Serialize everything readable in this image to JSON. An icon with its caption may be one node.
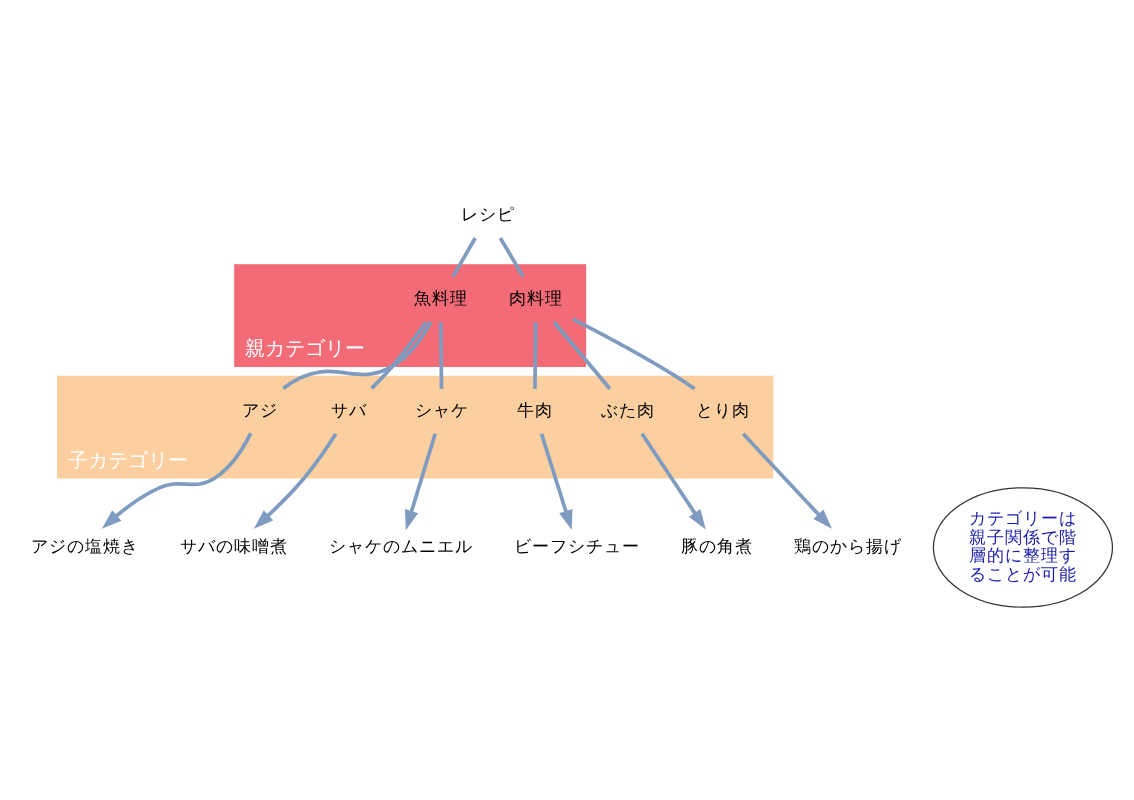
{
  "diagram": {
    "nodes": [
      {
        "text": [
          "レシピ"
        ]
      },
      {
        "text": [
          "親カテゴリー"
        ]
      },
      {
        "text": [
          "魚料理"
        ],
        "in": 1
      },
      {
        "text": [
          "肉料理"
        ],
        "in": 1
      },
      {
        "text": [
          "子カテゴリー"
        ]
      },
      {
        "text": [
          "シャケ"
        ],
        "in": 4
      },
      {
        "text": [
          "アジ"
        ],
        "in": 4
      },
      {
        "text": [
          "サバ"
        ],
        "in": 4
      },
      {
        "text": [
          "とり肉"
        ],
        "in": 4
      },
      {
        "text": [
          "牛肉"
        ],
        "in": 4
      },
      {
        "text": [
          "ぶた肉"
        ],
        "in": 4
      },
      {
        "text": [
          "シャケのムニエル"
        ]
      },
      {
        "text": [
          "アジの塩焼き"
        ]
      },
      {
        "text": [
          "サバの味噌煮"
        ]
      },
      {
        "text": [
          "鶏のから揚げ"
        ]
      },
      {
        "text": [
          "ビーフシチュー"
        ]
      },
      {
        "text": [
          "豚の角煮"
        ]
      },
      {
        "text": [
          "カテゴリーは親子関係で階層的に整理することが可能"
        ]
      }
    ],
    "edges": [
      {
        "from": 0,
        "to": 2,
        "arrow": "none"
      },
      {
        "from": 0,
        "to": 3,
        "arrow": "none"
      },
      {
        "from": 2,
        "to": 5,
        "arrow": "none"
      },
      {
        "from": 2,
        "to": 6,
        "arrow": "none"
      },
      {
        "from": 2,
        "to": 7,
        "arrow": "none"
      },
      {
        "from": 3,
        "to": 8,
        "arrow": "none"
      },
      {
        "from": 3,
        "to": 9,
        "arrow": "none"
      },
      {
        "from": 3,
        "to": 10,
        "arrow": "none"
      },
      {
        "from": 5,
        "to": 11,
        "arrow": "to"
      },
      {
        "from": 6,
        "to": 12,
        "arrow": "to"
      },
      {
        "from": 7,
        "to": 13,
        "arrow": "to"
      },
      {
        "from": 8,
        "to": 14,
        "arrow": "to"
      },
      {
        "from": 9,
        "to": 15,
        "arrow": "to"
      },
      {
        "from": 10,
        "to": 16,
        "arrow": "to"
      }
    ]
  }
}
